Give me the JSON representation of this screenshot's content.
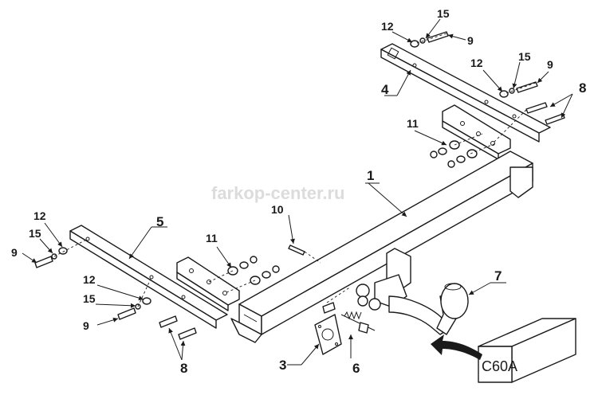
{
  "watermark": "farkop-center.ru",
  "product_code": "C60A",
  "callouts": {
    "c1": "1",
    "c3": "3",
    "c4": "4",
    "c5": "5",
    "c6": "6",
    "c7": "7",
    "c8_top": "8",
    "c8_bottom": "8",
    "c9_a": "9",
    "c9_b": "9",
    "c9_c": "9",
    "c9_d": "9",
    "c10": "10",
    "c11_top": "11",
    "c11_bottom": "11",
    "c12_a": "12",
    "c12_b": "12",
    "c12_c": "12",
    "c12_d": "12",
    "c15_a": "15",
    "c15_b": "15",
    "c15_c": "15",
    "c15_d": "15"
  }
}
